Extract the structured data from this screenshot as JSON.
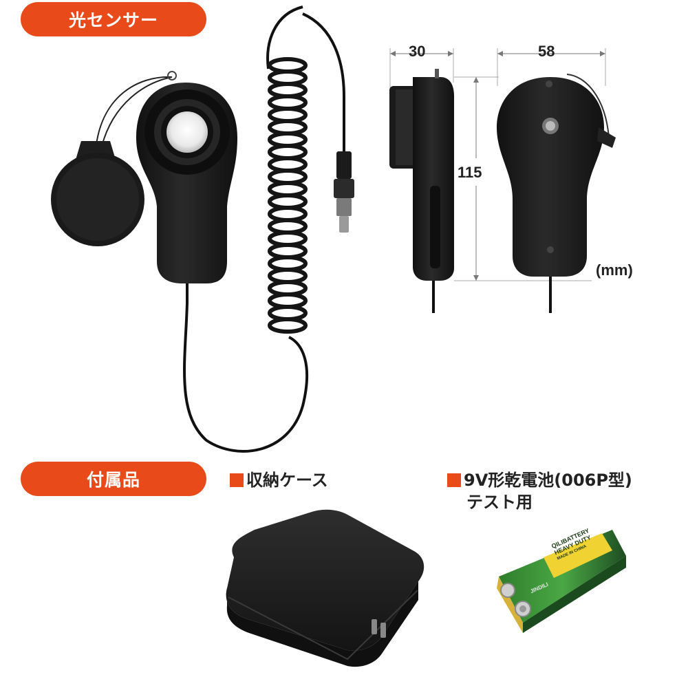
{
  "sections": {
    "sensor_title": "光センサー",
    "accessories_title": "付属品"
  },
  "dimensions": {
    "depth": "30",
    "width": "58",
    "height": "115",
    "unit": "(mm)"
  },
  "accessories": {
    "case_label": "収納ケース",
    "battery_label_line1": "9V形乾電池(006P型)",
    "battery_label_line2": "テスト用"
  },
  "battery_print": {
    "brand": "QILIBATTERY",
    "duty": "HEAVY DUTY",
    "origin": "MADE IN CHINA",
    "maker": "JINDILI"
  },
  "colors": {
    "accent": "#e84a1a",
    "device": "#1c1c1c",
    "battery_green": "#3e9a3a"
  }
}
